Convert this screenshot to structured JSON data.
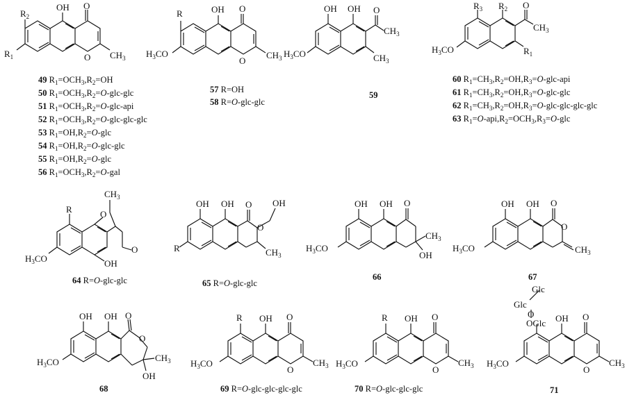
{
  "compounds": {
    "c49_56": {
      "R2": "R",
      "R2_sub": "2",
      "OH": "OH",
      "O_ketone": "O",
      "O_ring": "O",
      "R1": "R",
      "R1_sub": "1",
      "CH3": "CH",
      "CH3_sub": "3",
      "entries": [
        {
          "num": "49",
          "parts": [
            "R",
            "1",
            "=OCH",
            "3",
            ",R",
            "2",
            "=OH"
          ]
        },
        {
          "num": "50",
          "parts": [
            "R",
            "1",
            "=OCH",
            "3",
            ",R",
            "2",
            "=",
            "O",
            "-glc-glc"
          ]
        },
        {
          "num": "51",
          "parts": [
            "R",
            "1",
            "=OCH",
            "3",
            ",R",
            "2",
            "=",
            "O",
            "-glc-api"
          ]
        },
        {
          "num": "52",
          "parts": [
            "R",
            "1",
            "=OCH",
            "3",
            ",R",
            "2",
            "=",
            "O",
            "-glc-glc-glc"
          ]
        },
        {
          "num": "53",
          "parts": [
            "R",
            "1",
            "=OH,R",
            "2",
            "=",
            "O",
            "-glc"
          ]
        },
        {
          "num": "54",
          "parts": [
            "R",
            "1",
            "=OH,R",
            "2",
            "=",
            "O",
            "-glc-glc"
          ]
        },
        {
          "num": "55",
          "parts": [
            "R",
            "1",
            "=OH,R",
            "2",
            "=",
            "O",
            "-glc"
          ]
        },
        {
          "num": "56",
          "parts": [
            "R",
            "1",
            "=OCH",
            "3",
            ",R",
            "2",
            "=",
            "O",
            "-gal"
          ]
        }
      ]
    },
    "c57_58": {
      "R": "R",
      "OH": "OH",
      "O_carbonyl": "O",
      "O_ring": "O",
      "H3CO": "H",
      "H3CO_sub": "3",
      "H3CO_tail": "CO",
      "CH3": "CH",
      "CH3_sub": "3",
      "entries": [
        {
          "num": "57",
          "text": "R=OH"
        },
        {
          "num": "58",
          "pre": "R=",
          "ital": "O",
          "post": "-glc-glc"
        }
      ]
    },
    "c59": {
      "OH_a": "OH",
      "OH_b": "OH",
      "O": "O",
      "CH3_top": "CH",
      "CH3_top_sub": "3",
      "H3CO": "H",
      "H3CO_sub": "3",
      "H3CO_tail": "CO",
      "CH3_bot": "CH",
      "CH3_bot_sub": "3",
      "num": "59"
    },
    "c60_63": {
      "R3": "R",
      "R3_sub": "3",
      "R2": "R",
      "R2_sub": "2",
      "O": "O",
      "CH3": "CH",
      "CH3_sub": "3",
      "H3CO": "H",
      "H3CO_sub": "3",
      "H3CO_tail": "CO",
      "R1": "R",
      "R1_sub": "1",
      "entries": [
        {
          "num": "60",
          "parts": [
            "R",
            "1",
            "=CH",
            "3",
            ",R",
            "2",
            "=OH,R",
            "3",
            "=",
            "O",
            "-glc-api"
          ]
        },
        {
          "num": "61",
          "parts": [
            "R",
            "1",
            "=CH",
            "3",
            ",R",
            "2",
            "=OH,R",
            "3",
            "=",
            "O",
            "-glc-glc"
          ]
        },
        {
          "num": "62",
          "parts": [
            "R",
            "1",
            "=CH",
            "3",
            ",R",
            "2",
            "=OH,R",
            "3",
            "=",
            "O",
            "-glc-glc-glc-glc"
          ]
        },
        {
          "num": "63",
          "parts": [
            "R",
            "1",
            "=",
            "O",
            "-api,R",
            "2",
            "=OCH",
            "3",
            ",R",
            "3",
            "=",
            "O",
            "-glc"
          ]
        }
      ]
    },
    "c64": {
      "CH3": "CH",
      "CH3_sub": "3",
      "R": "R",
      "O_ring": "O",
      "O_ketone": "O",
      "H3CO": "H",
      "H3CO_sub": "3",
      "H3CO_tail": "CO",
      "OH": "OH",
      "num": "64",
      "pre": "R=",
      "ital": "O",
      "post": "-glc-glc"
    },
    "c65": {
      "OH_a": "OH",
      "OH_b": "OH",
      "O_carbonyl": "O",
      "OH_c": "OH",
      "O_ring": "O",
      "R": "R",
      "CH3": "CH",
      "CH3_sub": "3",
      "num": "65",
      "pre": "R=",
      "ital": "O",
      "post": "-glc-glc"
    },
    "c66": {
      "OH_a": "OH",
      "OH_b": "OH",
      "O": "O",
      "CH3": "CH",
      "CH3_sub": "3",
      "H3CO": "H",
      "H3CO_sub": "3",
      "H3CO_tail": "CO",
      "OH_c": "OH",
      "num": "66"
    },
    "c67": {
      "OH_a": "OH",
      "OH_b": "OH",
      "O_carbonyl": "O",
      "O_ring": "O",
      "H3CO": "H",
      "H3CO_sub": "3",
      "H3CO_tail": "CO",
      "CH3": "CH",
      "CH3_sub": "3",
      "num": "67"
    },
    "c68": {
      "OH_a": "OH",
      "OH_b": "OH",
      "O_carbonyl": "O",
      "O_ring": "O",
      "H3CO": "H",
      "H3CO_sub": "3",
      "H3CO_tail": "CO",
      "CH3": "CH",
      "CH3_sub": "3",
      "OH_c": "OH",
      "num": "68"
    },
    "c69": {
      "R": "R",
      "OH": "OH",
      "O_ketone": "O",
      "O_ring": "O",
      "H3CO": "H",
      "H3CO_sub": "3",
      "H3CO_tail": "CO",
      "CH3": "CH",
      "CH3_sub": "3",
      "num": "69",
      "pre": "R=",
      "ital": "O",
      "post": "-glc-glc-glc-glc"
    },
    "c70": {
      "R": "R",
      "OH": "OH",
      "O_carbonyl": "O",
      "O_ring": "O",
      "H3CO": "H",
      "H3CO_sub": "3",
      "H3CO_tail": "CO",
      "CH3": "CH",
      "CH3_sub": "3",
      "num": "70",
      "pre": "R=",
      "ital": "O",
      "post": "-glc-glc-glc"
    },
    "c71": {
      "Glc_top": "Glc",
      "Glc_mid": "Glc",
      "O_link": "O",
      "OGlc": "OGlc",
      "OH": "OH",
      "O_ketone": "O",
      "O_ring": "O",
      "H3CO": "H",
      "H3CO_sub": "3",
      "H3CO_tail": "CO",
      "CH3": "CH",
      "CH3_sub": "3",
      "num": "71"
    }
  }
}
